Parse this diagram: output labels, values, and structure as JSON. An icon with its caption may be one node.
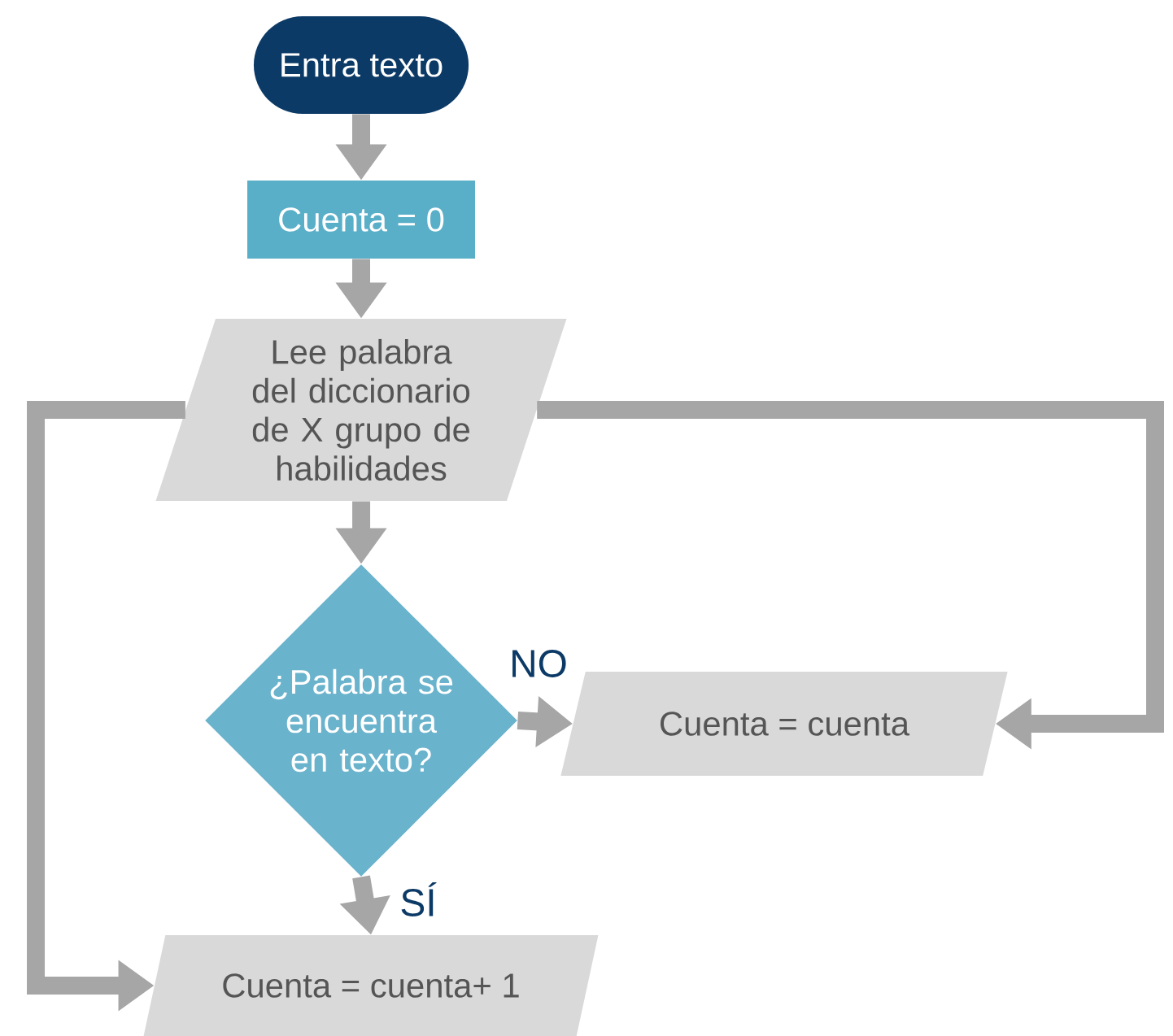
{
  "diagram": {
    "nodes": [
      {
        "text": [
          "Entra texto"
        ]
      },
      {
        "text": [
          "Cuenta = 0"
        ]
      },
      {
        "text": [
          "Lee palabra del diccionario de X grupo de habilidades"
        ]
      },
      {
        "text": [
          "¿Palabra se encuentra en texto?"
        ]
      },
      {
        "text": [
          "Cuenta = cuenta"
        ]
      },
      {
        "text": [
          "Cuenta = cuenta+ 1"
        ]
      }
    ],
    "edges": [
      {
        "from": 0,
        "to": 1,
        "arrow": "to"
      },
      {
        "from": 1,
        "to": 2,
        "arrow": "to"
      },
      {
        "from": 2,
        "to": 3,
        "arrow": "to"
      },
      {
        "from": 3,
        "to": 4,
        "arrow": "to",
        "label": "NO"
      },
      {
        "from": 3,
        "to": 5,
        "arrow": "to",
        "label": "SÍ"
      },
      {
        "from": 2,
        "to": 4,
        "arrow": "to"
      },
      {
        "from": 2,
        "to": 5,
        "arrow": "to"
      }
    ]
  }
}
